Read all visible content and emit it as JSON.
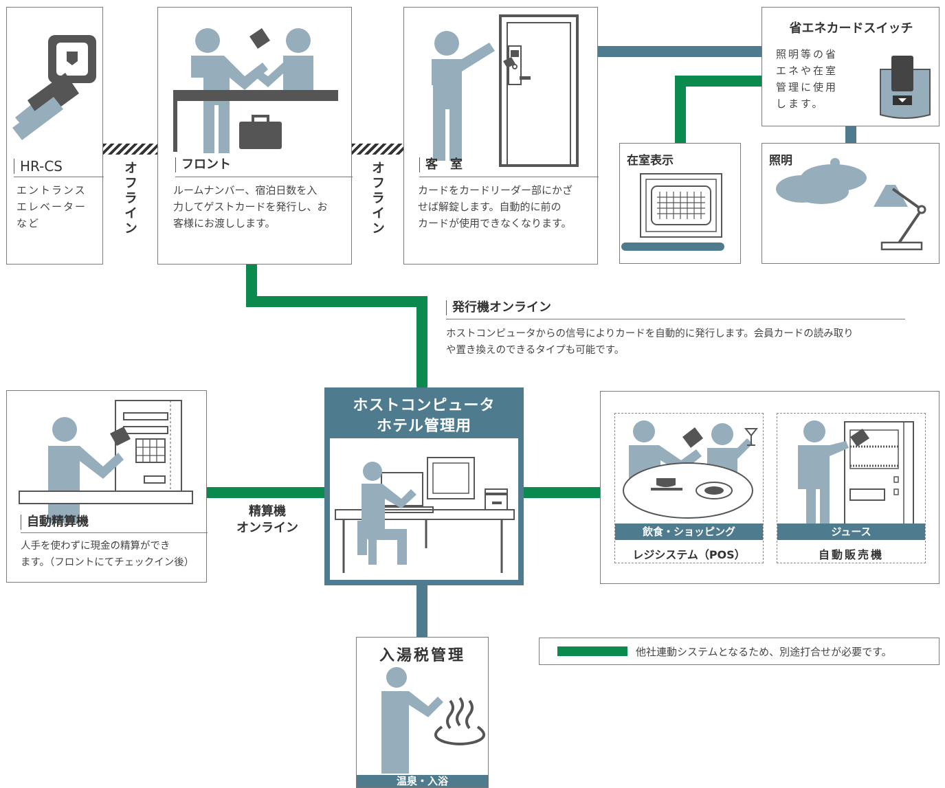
{
  "hrcs": {
    "title": "HR-CS",
    "desc1": "エントランス",
    "desc2": "エレベーター",
    "desc3": "など"
  },
  "front": {
    "title": "フロント",
    "desc1": "ルームナンバー、宿泊日数を入",
    "desc2": "力してゲストカードを発行し、お",
    "desc3": "客様にお渡しします。"
  },
  "guestroom": {
    "title": "客　室",
    "desc1": "カードをカードリーダー部にかざ",
    "desc2": "せば解錠します。自動的に前の",
    "desc3": "カードが使用できなくなります。"
  },
  "offline_label": "オフライン",
  "eco_switch": {
    "title": "省エネカードスイッチ",
    "desc1": "照明等の省",
    "desc2": "エネや在室",
    "desc3": "管理に使用",
    "desc4": "します。"
  },
  "occupancy": {
    "title": "在室表示"
  },
  "lighting": {
    "title": "照明"
  },
  "issuer_online": {
    "title": "発行機オンライン",
    "desc1": "ホストコンピュータからの信号によりカードを自動的に発行します。会員カードの読み取り",
    "desc2": "や置き換えのできるタイプも可能です。"
  },
  "host": {
    "title1": "ホストコンピュータ",
    "title2": "ホテル管理用"
  },
  "settlement": {
    "title": "自動精算機",
    "desc1": "人手を使わずに現金の精算ができ",
    "desc2": "ます。（フロントにてチェックイン後）"
  },
  "settle_online": {
    "line1": "精算機",
    "line2": "オンライン"
  },
  "pos": {
    "band": "飲食・ショッピング",
    "caption": "レジシステム（POS）"
  },
  "vending": {
    "band": "ジュース",
    "caption": "自動販売機"
  },
  "bathtax": {
    "title": "入湯税管理",
    "band": "温泉・入浴"
  },
  "legend": {
    "text": "他社連動システムとなるため、別途打合せが必要です。"
  },
  "colors": {
    "green": "#0a8a4c",
    "blue": "#4e7b8e",
    "figure": "#96adbb",
    "dark": "#555555"
  },
  "icons": [
    "keycard-icon",
    "briefcase-icon",
    "door-lock-icon",
    "card-switch-icon",
    "occupancy-panel-icon",
    "ceiling-light-icon",
    "desk-lamp-icon",
    "settlement-machine-icon",
    "computer-icon",
    "coffee-cup-icon",
    "plate-icon",
    "cocktail-icon",
    "vending-machine-icon",
    "hot-spring-icon"
  ]
}
